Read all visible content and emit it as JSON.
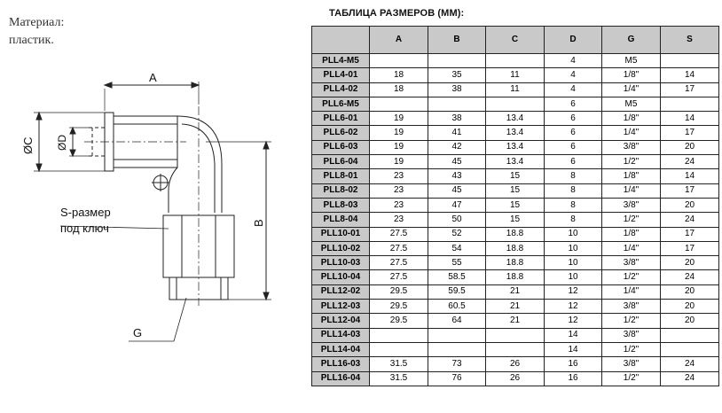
{
  "material": {
    "label": "Материал:",
    "value": "пластик."
  },
  "drawing": {
    "label_a": "A",
    "label_b": "B",
    "label_c": "ØC",
    "label_d": "ØD",
    "label_s_line1": "S-размер",
    "label_s_line2": "под ключ",
    "label_g": "G"
  },
  "table": {
    "title": "ТАБЛИЦА РАЗМЕРОВ (ММ):",
    "headers": [
      "",
      "A",
      "B",
      "C",
      "D",
      "G",
      "S"
    ],
    "rows": [
      [
        "PLL4-M5",
        "",
        "",
        "",
        "4",
        "M5",
        ""
      ],
      [
        "PLL4-01",
        "18",
        "35",
        "11",
        "4",
        "1/8\"",
        "14"
      ],
      [
        "PLL4-02",
        "18",
        "38",
        "11",
        "4",
        "1/4\"",
        "17"
      ],
      [
        "PLL6-M5",
        "",
        "",
        "",
        "6",
        "M5",
        ""
      ],
      [
        "PLL6-01",
        "19",
        "38",
        "13.4",
        "6",
        "1/8\"",
        "14"
      ],
      [
        "PLL6-02",
        "19",
        "41",
        "13.4",
        "6",
        "1/4\"",
        "17"
      ],
      [
        "PLL6-03",
        "19",
        "42",
        "13.4",
        "6",
        "3/8\"",
        "20"
      ],
      [
        "PLL6-04",
        "19",
        "45",
        "13.4",
        "6",
        "1/2\"",
        "24"
      ],
      [
        "PLL8-01",
        "23",
        "43",
        "15",
        "8",
        "1/8\"",
        "14"
      ],
      [
        "PLL8-02",
        "23",
        "45",
        "15",
        "8",
        "1/4\"",
        "17"
      ],
      [
        "PLL8-03",
        "23",
        "47",
        "15",
        "8",
        "3/8\"",
        "20"
      ],
      [
        "PLL8-04",
        "23",
        "50",
        "15",
        "8",
        "1/2\"",
        "24"
      ],
      [
        "PLL10-01",
        "27.5",
        "52",
        "18.8",
        "10",
        "1/8\"",
        "17"
      ],
      [
        "PLL10-02",
        "27.5",
        "54",
        "18.8",
        "10",
        "1/4\"",
        "17"
      ],
      [
        "PLL10-03",
        "27.5",
        "55",
        "18.8",
        "10",
        "3/8\"",
        "20"
      ],
      [
        "PLL10-04",
        "27.5",
        "58.5",
        "18.8",
        "10",
        "1/2\"",
        "24"
      ],
      [
        "PLL12-02",
        "29.5",
        "59.5",
        "21",
        "12",
        "1/4\"",
        "20"
      ],
      [
        "PLL12-03",
        "29.5",
        "60.5",
        "21",
        "12",
        "3/8\"",
        "20"
      ],
      [
        "PLL12-04",
        "29.5",
        "64",
        "21",
        "12",
        "1/2\"",
        "20"
      ],
      [
        "PLL14-03",
        "",
        "",
        "",
        "14",
        "3/8\"",
        ""
      ],
      [
        "PLL14-04",
        "",
        "",
        "",
        "14",
        "1/2\"",
        ""
      ],
      [
        "PLL16-03",
        "31.5",
        "73",
        "26",
        "16",
        "3/8\"",
        "24"
      ],
      [
        "PLL16-04",
        "31.5",
        "76",
        "26",
        "16",
        "1/2\"",
        "24"
      ]
    ]
  }
}
